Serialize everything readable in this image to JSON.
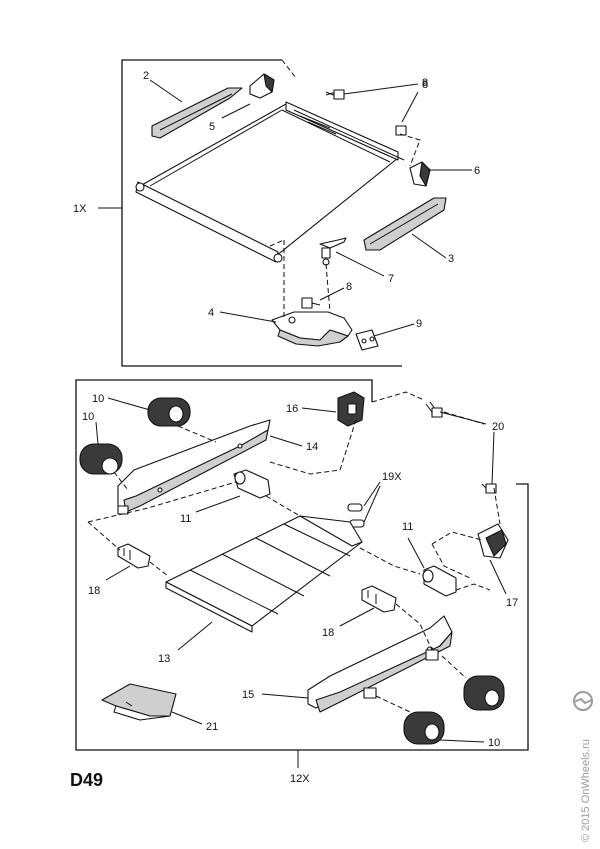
{
  "diagram": {
    "code": "D49",
    "labels": [
      "2",
      "5",
      "8",
      "8",
      "6",
      "1X",
      "3",
      "7",
      "8",
      "4",
      "9",
      "10",
      "10",
      "16",
      "14",
      "20",
      "19X",
      "11",
      "11",
      "18",
      "17",
      "18",
      "13",
      "15",
      "21",
      "10",
      "12X"
    ]
  },
  "watermark": {
    "text": "© 2015 OnWheels.ru"
  }
}
